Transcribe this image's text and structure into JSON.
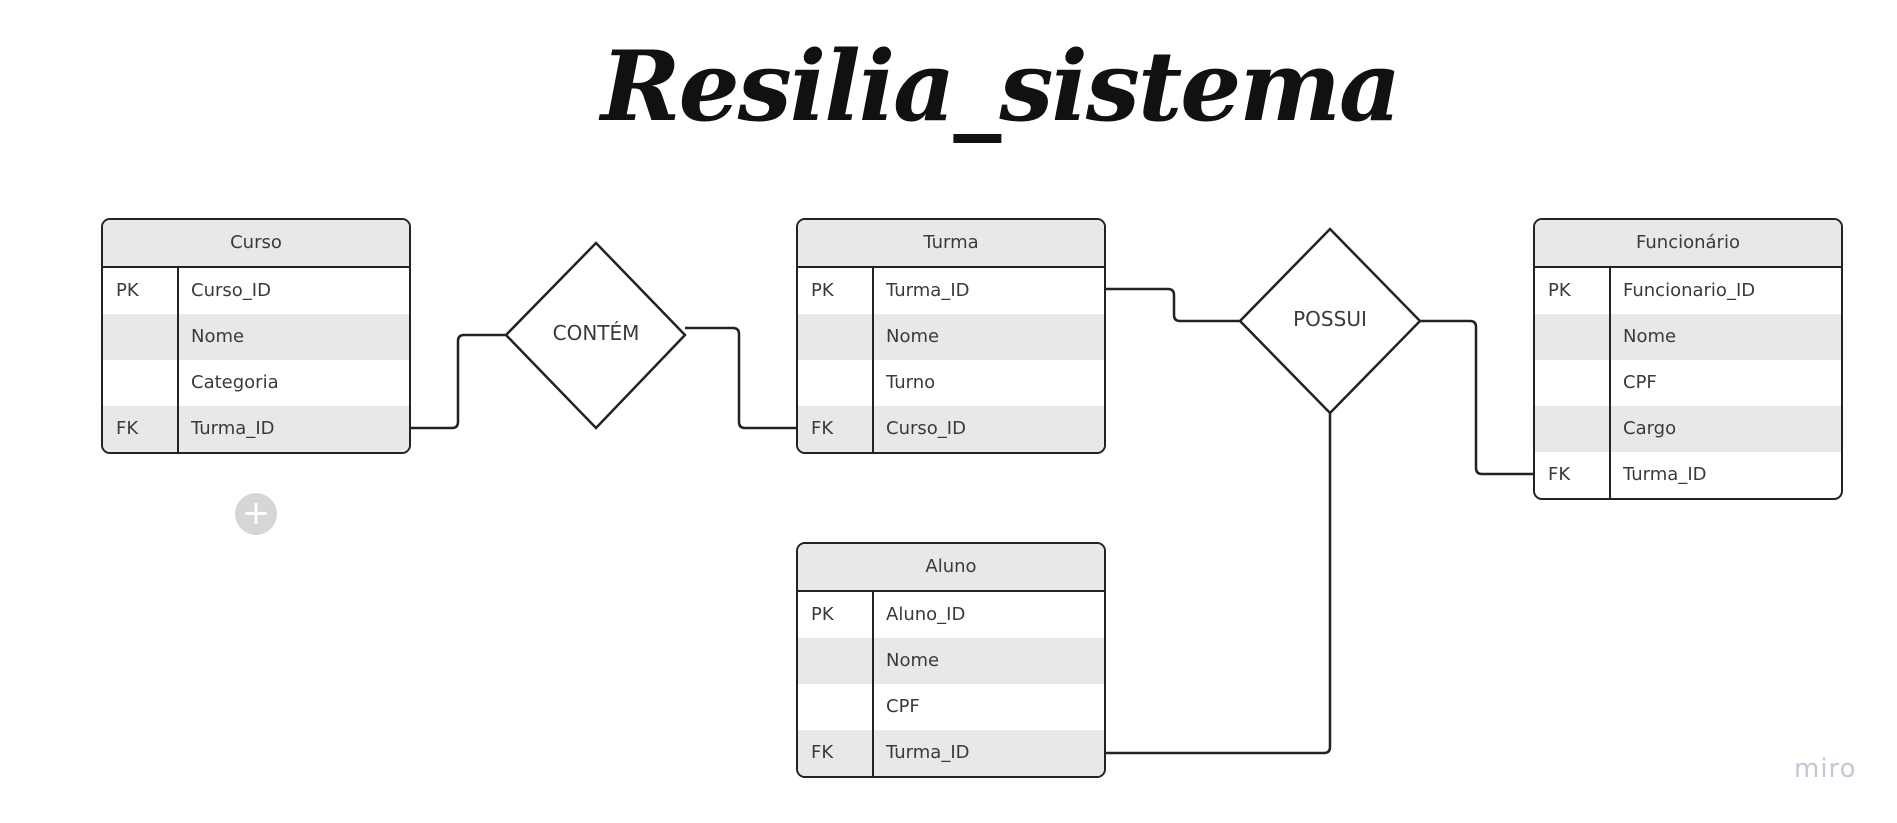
{
  "title": "Resilia_sistema",
  "entities": {
    "curso": {
      "name": "Curso",
      "rows": [
        {
          "key": "PK",
          "attr": "Curso_ID"
        },
        {
          "key": "",
          "attr": "Nome"
        },
        {
          "key": "",
          "attr": "Categoria"
        },
        {
          "key": "FK",
          "attr": "Turma_ID"
        }
      ]
    },
    "turma": {
      "name": "Turma",
      "rows": [
        {
          "key": "PK",
          "attr": "Turma_ID"
        },
        {
          "key": "",
          "attr": "Nome"
        },
        {
          "key": "",
          "attr": "Turno"
        },
        {
          "key": "FK",
          "attr": "Curso_ID"
        }
      ]
    },
    "funcionario": {
      "name": "Funcionário",
      "rows": [
        {
          "key": "PK",
          "attr": "Funcionario_ID"
        },
        {
          "key": "",
          "attr": "Nome"
        },
        {
          "key": "",
          "attr": "CPF"
        },
        {
          "key": "",
          "attr": "Cargo"
        },
        {
          "key": "FK",
          "attr": "Turma_ID"
        }
      ]
    },
    "aluno": {
      "name": "Aluno",
      "rows": [
        {
          "key": "PK",
          "attr": "Aluno_ID"
        },
        {
          "key": "",
          "attr": "Nome"
        },
        {
          "key": "",
          "attr": "CPF"
        },
        {
          "key": "FK",
          "attr": "Turma_ID"
        }
      ]
    }
  },
  "relationships": {
    "contem": "CONTÉM",
    "possui": "POSSUI"
  },
  "toolbar": {
    "add_symbol": "+"
  },
  "watermark": "miro"
}
